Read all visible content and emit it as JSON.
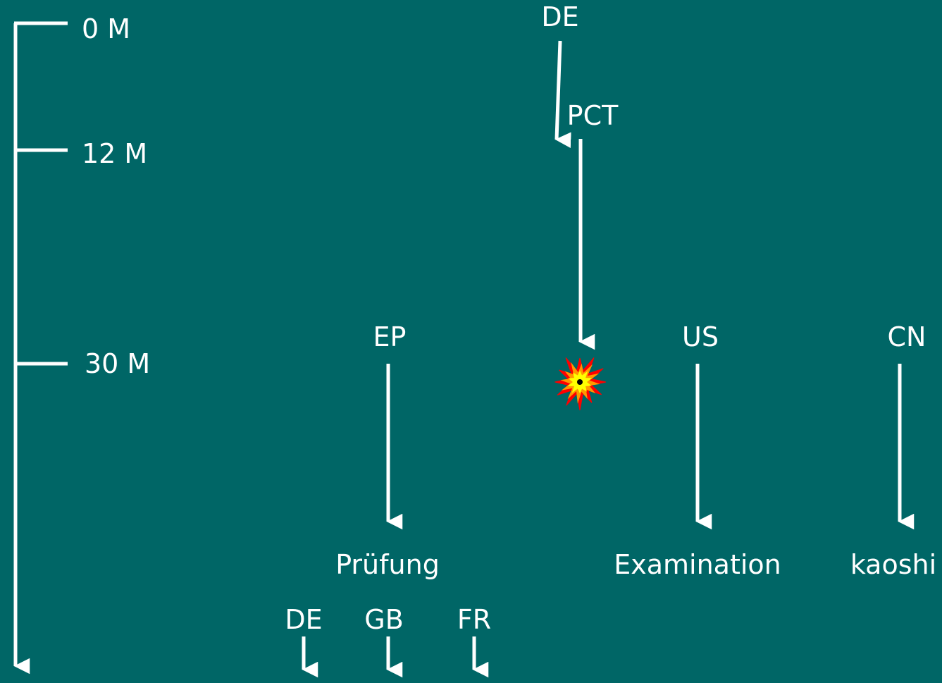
{
  "colors": {
    "background": "#006666",
    "foreground": "#ffffff",
    "burst_outer": "#ff0000",
    "burst_mid": "#ff9900",
    "burst_inner": "#ffff00"
  },
  "timeline": {
    "ticks": [
      "0 M",
      "12 M",
      "30 M"
    ]
  },
  "flow": {
    "first_filing": "DE",
    "international": "PCT",
    "regional": [
      "EP",
      "US",
      "CN"
    ],
    "examinations": [
      "Prüfung",
      "Examination",
      "kaoshi"
    ],
    "validations": [
      "DE",
      "GB",
      "FR"
    ],
    "burst_icon": "explosion-icon"
  }
}
